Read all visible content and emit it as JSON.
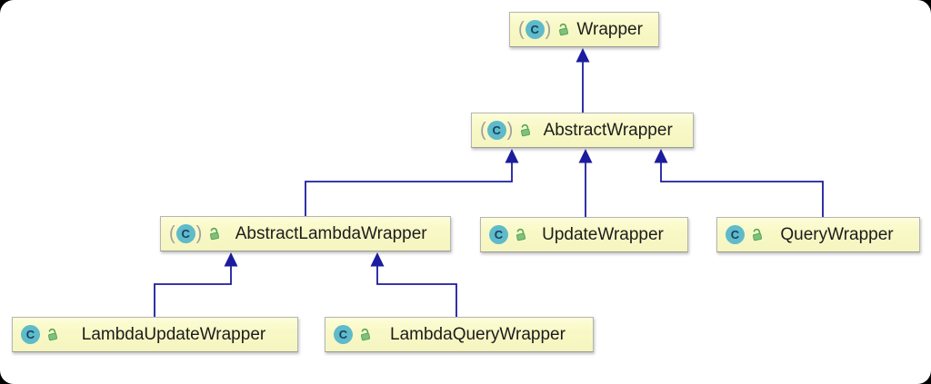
{
  "diagram": {
    "type": "uml-class-hierarchy",
    "colors": {
      "edge_color": "#1c1c9e",
      "node_fill": "#f9f9c8",
      "node_fill_top": "#fdfdda",
      "node_border": "#b5b5b5",
      "class_icon_bg": "#5fbaca",
      "class_icon_fg": "#16415f",
      "lock_body": "#7fc07f",
      "lock_stroke": "#58a558",
      "paren_color": "#9e9e9e"
    },
    "class_icon_letter": "C",
    "nodes": [
      {
        "id": "wrapper",
        "label": "Wrapper",
        "abstract": true,
        "icons": [
          "class-icon",
          "unlocked-icon"
        ]
      },
      {
        "id": "abstract-wrapper",
        "label": "AbstractWrapper",
        "abstract": true,
        "icons": [
          "class-icon",
          "unlocked-icon"
        ]
      },
      {
        "id": "abstract-lambda-wrapper",
        "label": "AbstractLambdaWrapper",
        "abstract": true,
        "icons": [
          "class-icon",
          "unlocked-icon"
        ]
      },
      {
        "id": "update-wrapper",
        "label": "UpdateWrapper",
        "abstract": false,
        "icons": [
          "class-icon",
          "unlocked-icon"
        ]
      },
      {
        "id": "query-wrapper",
        "label": "QueryWrapper",
        "abstract": false,
        "icons": [
          "class-icon",
          "unlocked-icon"
        ]
      },
      {
        "id": "lambda-update-wrapper",
        "label": "LambdaUpdateWrapper",
        "abstract": false,
        "icons": [
          "class-icon",
          "unlocked-icon"
        ]
      },
      {
        "id": "lambda-query-wrapper",
        "label": "LambdaQueryWrapper",
        "abstract": false,
        "icons": [
          "class-icon",
          "unlocked-icon"
        ]
      }
    ],
    "relations": [
      {
        "child": "AbstractWrapper",
        "parent": "Wrapper",
        "type": "extends"
      },
      {
        "child": "AbstractLambdaWrapper",
        "parent": "AbstractWrapper",
        "type": "extends"
      },
      {
        "child": "UpdateWrapper",
        "parent": "AbstractWrapper",
        "type": "extends"
      },
      {
        "child": "QueryWrapper",
        "parent": "AbstractWrapper",
        "type": "extends"
      },
      {
        "child": "LambdaUpdateWrapper",
        "parent": "AbstractLambdaWrapper",
        "type": "extends"
      },
      {
        "child": "LambdaQueryWrapper",
        "parent": "AbstractLambdaWrapper",
        "type": "extends"
      }
    ]
  }
}
